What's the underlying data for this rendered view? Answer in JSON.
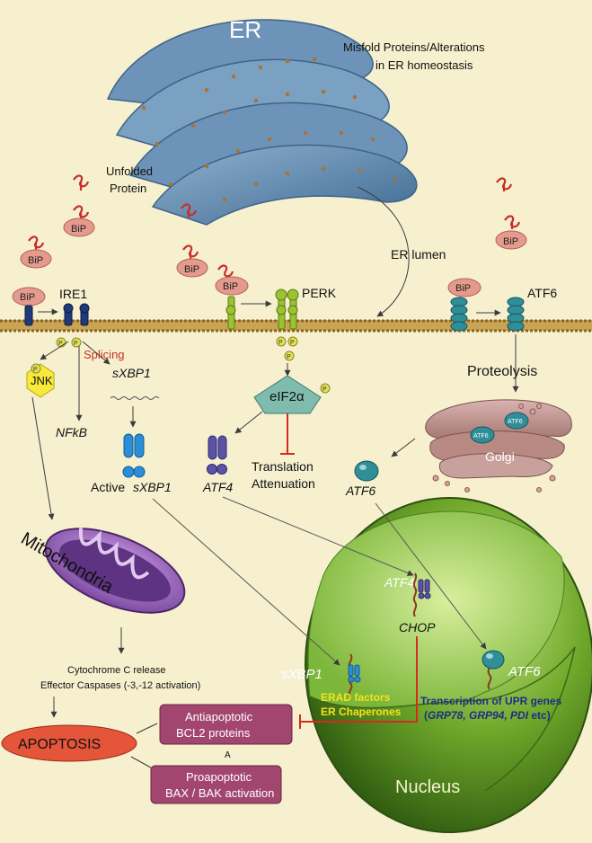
{
  "labels": {
    "er": "ER",
    "misfold_line1": "Misfold Proteins/Alterations",
    "misfold_line2": "in ER homeostasis",
    "unfolded_line1": "Unfolded",
    "unfolded_line2": "Protein",
    "er_lumen": "ER lumen",
    "bip": "BiP",
    "ire1": "IRE1",
    "perk": "PERK",
    "atf6": "ATF6",
    "phospho": "P",
    "splicing": "Splicing",
    "sxbp1": "sXBP1",
    "jnk": "JNK",
    "nfkb": "NFkB",
    "active_prefix": "Active ",
    "eif2a": "eIF2α",
    "atf4": "ATF4",
    "translation_line1": "Translation",
    "translation_line2": "Attenuation",
    "proteolysis": "Proteolysis",
    "golgi": "Golgi",
    "mitochondria": "Mitochondria",
    "cyto_line1": "Cytochrome C release",
    "cyto_line2": "Effector Caspases (-3,-12 activation)",
    "apoptosis": "APOPTOSIS",
    "anti_line1": "Antiapoptotic",
    "anti_line2": "BCL2 proteins",
    "pro_line1": "Proapoptotic",
    "pro_line2": "BAX / BAK activation",
    "marker_a": "A",
    "chop": "CHOP",
    "erad_line1": "ERAD factors",
    "erad_line2": "ER Chaperones",
    "upr_line1": "Transcription of UPR genes",
    "upr_line2_a": "(",
    "upr_line2_b": "GRP78, GRP94, PDI",
    "upr_line2_c": " etc)",
    "nucleus": "Nucleus"
  },
  "colors": {
    "background": "#f6f0cf",
    "er_blue": "#5d87ac",
    "bip_fill": "#e49a8c",
    "membrane": "#b88e3c",
    "nucleus_green": "#5f9a22",
    "apoptosis_red": "#e4553a",
    "bcl_purple": "#a24670",
    "perk_green": "#9bc233",
    "atf6_teal": "#2f8e98",
    "sxbp1_blue": "#2a8fd8",
    "atf4_purple": "#5c52a6",
    "inhibit_red": "#d42b1e",
    "upr_text": "#1c2f86",
    "erad_text": "#f2e41a"
  }
}
